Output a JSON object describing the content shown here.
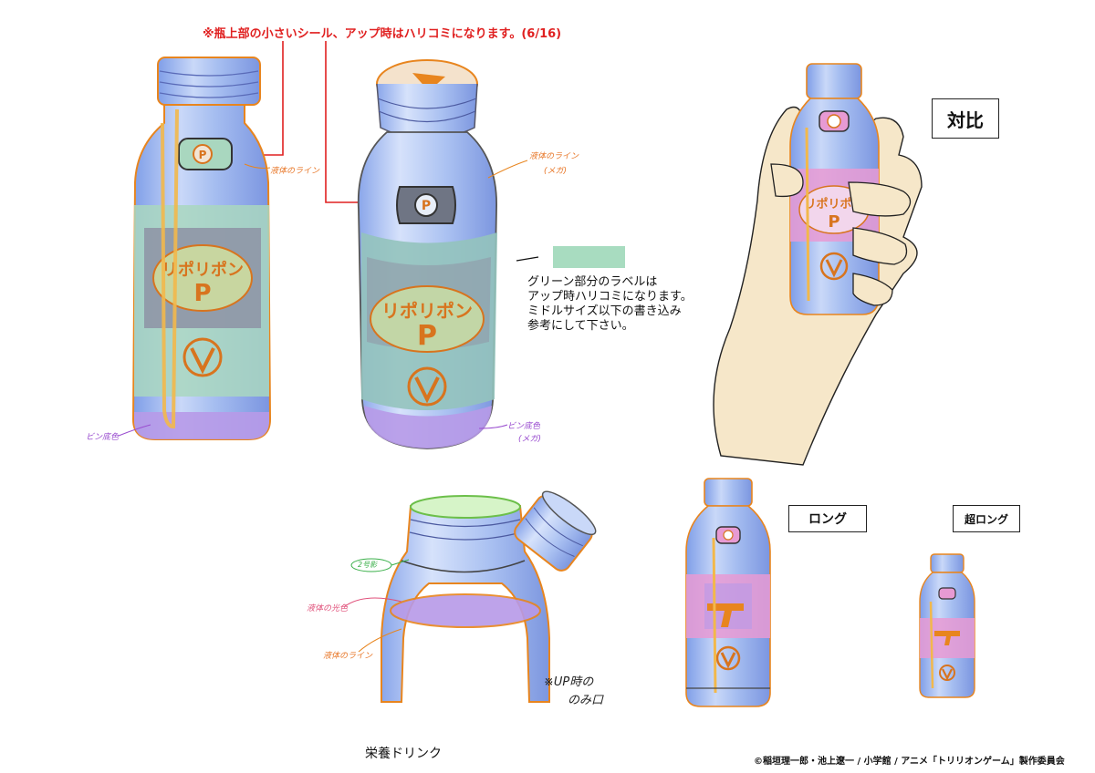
{
  "notes": {
    "top_red": "※瓶上部の小さいシール、アップ時はハリコミになります。(6/16)",
    "liquid_line_1": "液体のライン",
    "liquid_line_2": "液体のライン",
    "liquid_line_2_sub": "(メガ)",
    "bottle_bottom_1": "ビン底色",
    "bottle_bottom_2": "ビン底色",
    "bottle_bottom_2_sub": "(メガ)",
    "second_shadow": "2号影",
    "liquid_color": "液体の光色",
    "liquid_line_3": "液体のライン",
    "up_mouth_1": "※UP時の",
    "up_mouth_2": "のみ口"
  },
  "legend": {
    "swatch_color": "#a8dcc0",
    "lines": [
      "グリーン部分のラベルは",
      "アップ時ハリコミになります。",
      "ミドルサイズ以下の書き込み",
      "参考にして下さい。"
    ]
  },
  "labels": {
    "comparison": "対比",
    "long": "ロング",
    "super_long": "超ロング"
  },
  "bottle_label": {
    "brand_line": "リポリポン",
    "brand_letter": "P",
    "cap_letter": "P"
  },
  "caption": "栄養ドリンク",
  "copyright": "©稲垣理一郎・池上遼一 / 小学館 / アニメ「トリリオンゲーム」製作委員会",
  "colors": {
    "glass_blue": "#9fb8ef",
    "label_green": "#a9d7bf",
    "label_grey": "#8f96a6",
    "label_pink": "#e79ad3",
    "accent_orange": "#e8851e",
    "liquid_purple": "#b79ae8",
    "annotation_red": "#e02020",
    "hand_skin": "#f6e7c9"
  }
}
